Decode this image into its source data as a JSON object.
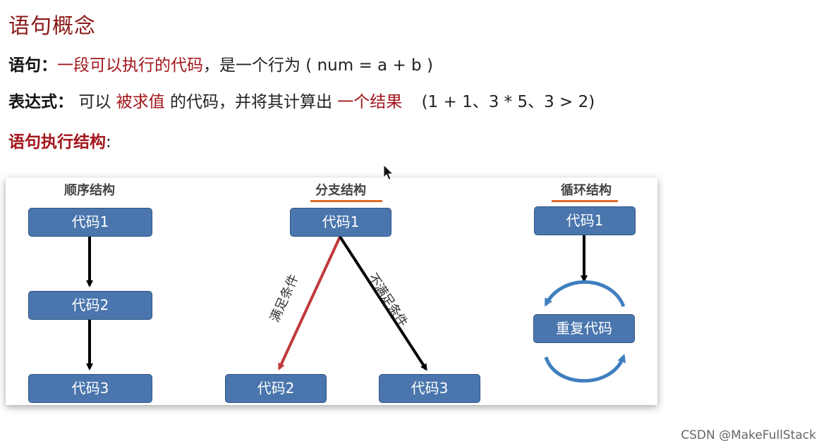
{
  "title": "语句概念",
  "statement": {
    "label": "语句：",
    "highlight": "一段可以执行的代码",
    "rest": "，是一个行为 ( num = a + b )"
  },
  "expression": {
    "label": "表达式：",
    "pre": "可以",
    "highlight1": "被求值",
    "mid": "的代码，并将其计算出",
    "highlight2": "一个结果",
    "examples": "(1 + 1、3 * 5、3 > 2)"
  },
  "structures_label": "语句执行结构",
  "structures_colon": ":",
  "diagram": {
    "sequence": {
      "title": "顺序结构",
      "boxes": [
        "代码1",
        "代码2",
        "代码3"
      ]
    },
    "branch": {
      "title": "分支结构",
      "top": "代码1",
      "left": "代码2",
      "right": "代码3",
      "cond_true": "满足条件",
      "cond_false": "不满足条件"
    },
    "loop": {
      "title": "循环结构",
      "top": "代码1",
      "middle": "重复代码"
    }
  },
  "colors": {
    "title": "#8b1a1a",
    "highlight": "#a3161c",
    "box": "#4a76ad",
    "underline": "#e06a2a",
    "branch_true": "#c0393b",
    "loop_arrow": "#3f7fbf"
  },
  "watermark": "CSDN @MakeFullStack"
}
